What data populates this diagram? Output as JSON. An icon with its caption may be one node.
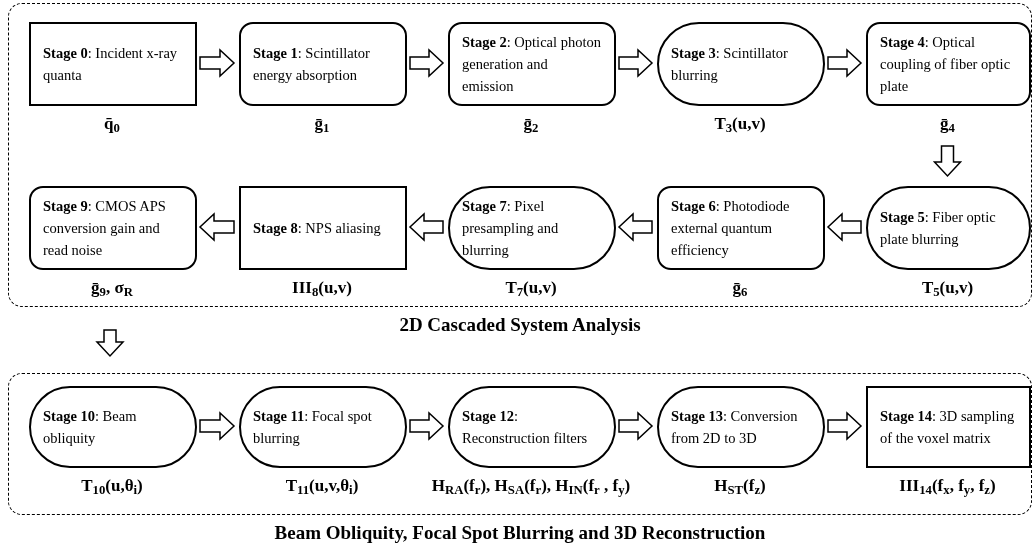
{
  "diagram": {
    "nodes": [
      {
        "text": [
          "2D Cascaded System Analysis"
        ]
      },
      {
        "text": [
          "**Stage 0**: Incident x-ray quanta"
        ],
        "in": 0,
        "beside": [
          "q̄$_{0}$"
        ]
      },
      {
        "text": [
          "**Stage 1**: Scintillator energy absorption"
        ],
        "in": 0,
        "beside": [
          "ḡ$_{1}$"
        ]
      },
      {
        "text": [
          "**Stage 2**: Optical photon generation and emission"
        ],
        "in": 0,
        "beside": [
          "ḡ$_{2}$"
        ]
      },
      {
        "text": [
          "**Stage 3**: Scintillator blurring"
        ],
        "in": 0,
        "beside": [
          "T$_{3}$(u,v)"
        ]
      },
      {
        "text": [
          "**Stage 4**: Optical coupling of fiber optic plate"
        ],
        "in": 0,
        "beside": [
          "ḡ$_{4}$"
        ]
      },
      {
        "text": [
          "**Stage 5**: Fiber optic plate blurring"
        ],
        "in": 0,
        "beside": [
          "T$_{5}$(u,v)"
        ]
      },
      {
        "text": [
          "**Stage 6**: Photodiode external quantum efficiency"
        ],
        "in": 0,
        "beside": [
          "ḡ$_{6}$"
        ]
      },
      {
        "text": [
          "**Stage 7**: Pixel presampling and blurring"
        ],
        "in": 0,
        "beside": [
          "T$_{7}$(u,v)"
        ]
      },
      {
        "text": [
          "**Stage 8**: NPS aliasing"
        ],
        "in": 0,
        "beside": [
          "III$_{8}$(u,v)"
        ]
      },
      {
        "text": [
          "**Stage 9**: CMOS APS conversion gain and read noise"
        ],
        "in": 0,
        "beside": [
          "ḡ$_{9}$, σ$_{R}$"
        ]
      },
      {
        "text": [
          "Beam Obliquity, Focal Spot Blurring and 3D Reconstruction"
        ]
      },
      {
        "text": [
          "**Stage 10**: Beam obliquity"
        ],
        "in": 11,
        "beside": [
          "T$_{10}$(u,θ$_{i}$)"
        ]
      },
      {
        "text": [
          "**Stage 11**: Focal spot blurring"
        ],
        "in": 11,
        "beside": [
          "T$_{11}$(u,v,θ$_{i}$)"
        ]
      },
      {
        "text": [
          "**Stage 12**: Reconstruction filters"
        ],
        "in": 11,
        "beside": [
          "H$_{RA}$(f$_{r}$), H$_{SA}$(f$_{r}$), H$_{IN}$(f$_{r}$ , f$_{y}$)"
        ]
      },
      {
        "text": [
          "**Stage 13**: Conversion from 2D to 3D"
        ],
        "in": 11,
        "beside": [
          "H$_{ST}$(f$_{z}$)"
        ]
      },
      {
        "text": [
          "**Stage 14**: 3D sampling of the voxel matrix"
        ],
        "in": 11,
        "beside": [
          "III$_{14}$(f$_{x}$, f$_{y}$, f$_{z}$)"
        ]
      }
    ],
    "edges": [
      {
        "from": 1,
        "to": 2,
        "arrow": "to"
      },
      {
        "from": 2,
        "to": 3,
        "arrow": "to"
      },
      {
        "from": 3,
        "to": 4,
        "arrow": "to"
      },
      {
        "from": 4,
        "to": 5,
        "arrow": "to"
      },
      {
        "from": 5,
        "to": 6,
        "arrow": "to"
      },
      {
        "from": 6,
        "to": 7,
        "arrow": "to"
      },
      {
        "from": 7,
        "to": 8,
        "arrow": "to"
      },
      {
        "from": 8,
        "to": 9,
        "arrow": "to"
      },
      {
        "from": 9,
        "to": 10,
        "arrow": "to"
      },
      {
        "from": 0,
        "to": 11,
        "arrow": "to"
      },
      {
        "from": 12,
        "to": 13,
        "arrow": "to"
      },
      {
        "from": 13,
        "to": 14,
        "arrow": "to"
      },
      {
        "from": 14,
        "to": 15,
        "arrow": "to"
      },
      {
        "from": 15,
        "to": 16,
        "arrow": "to"
      }
    ]
  }
}
